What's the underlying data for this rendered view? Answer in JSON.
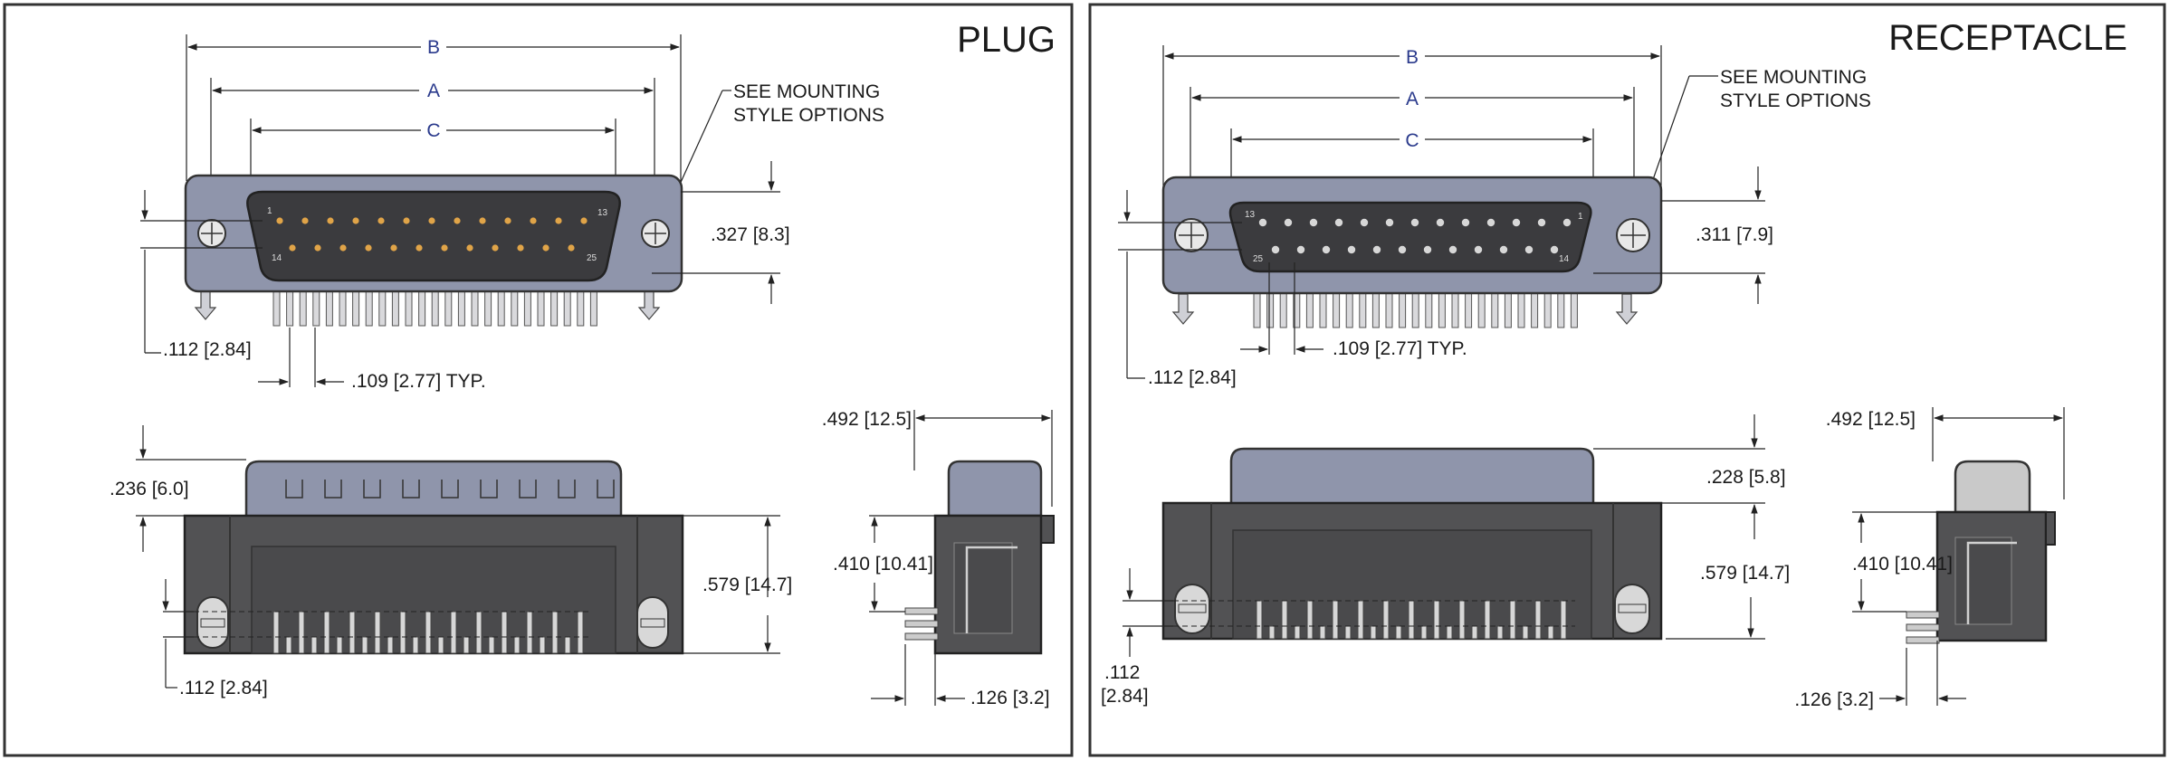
{
  "colors": {
    "shell": "#8f95ab",
    "shell_light": "#a6abc0",
    "face": "#3b3b3e",
    "body": "#525254",
    "pin": "#e0a448",
    "socket": "#d7d7d7",
    "receptacle_cap": "#c9c9c9",
    "dim_letter": "#2a3a8c"
  },
  "plug": {
    "title": "PLUG",
    "dim_b": "B",
    "dim_a": "A",
    "dim_c": "C",
    "mount_note_1": "SEE MOUNTING",
    "mount_note_2": "STYLE OPTIONS",
    "pin_1": "1",
    "pin_13": "13",
    "pin_14": "14",
    "pin_25": "25",
    "height": ".327 [8.3]",
    "offset": ".112 [2.84]",
    "pitch": ".109 [2.77] TYP.",
    "side_height": ".236 [6.0]",
    "body_height": ".579 [14.7]",
    "row_offset": ".112 [2.84]",
    "depth": ".492 [12.5]",
    "pin_height": ".410 [10.41]",
    "pin_len": ".126 [3.2]"
  },
  "receptacle": {
    "title": "RECEPTACLE",
    "dim_b": "B",
    "dim_a": "A",
    "dim_c": "C",
    "mount_note_1": "SEE MOUNTING",
    "mount_note_2": "STYLE OPTIONS",
    "pin_1": "1",
    "pin_13": "13",
    "pin_14": "14",
    "pin_25": "25",
    "height": ".311 [7.9]",
    "offset": ".112 [2.84]",
    "pitch": ".109 [2.77] TYP.",
    "side_height": ".228 [5.8]",
    "body_height": ".579 [14.7]",
    "row_offset_1": ".112",
    "row_offset_2": "[2.84]",
    "depth": ".492 [12.5]",
    "pin_height": ".410 [10.41]",
    "pin_len": ".126 [3.2]"
  }
}
